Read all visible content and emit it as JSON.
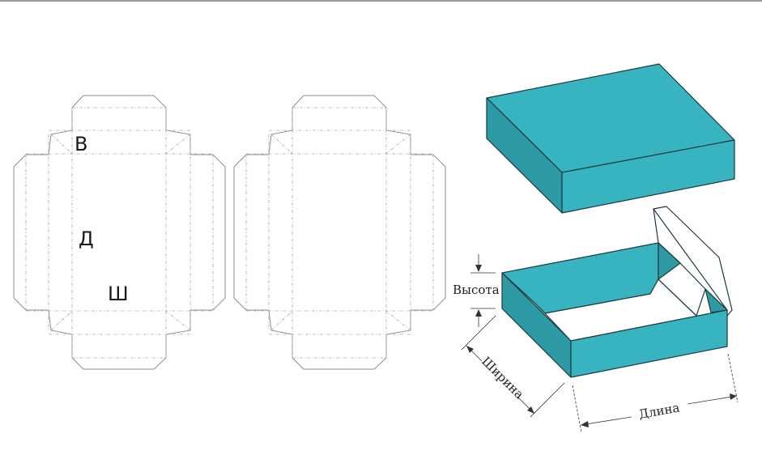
{
  "net_labels": {
    "height": "В",
    "length": "Д",
    "width": "Ш"
  },
  "dimension_labels": {
    "height": "Высота",
    "width": "Ширина",
    "length": "Длина"
  },
  "colors": {
    "box": "#38b3c0",
    "box_side": "#2e9aa6",
    "outline": "#1d3a40",
    "net_line": "#8a8f96"
  }
}
